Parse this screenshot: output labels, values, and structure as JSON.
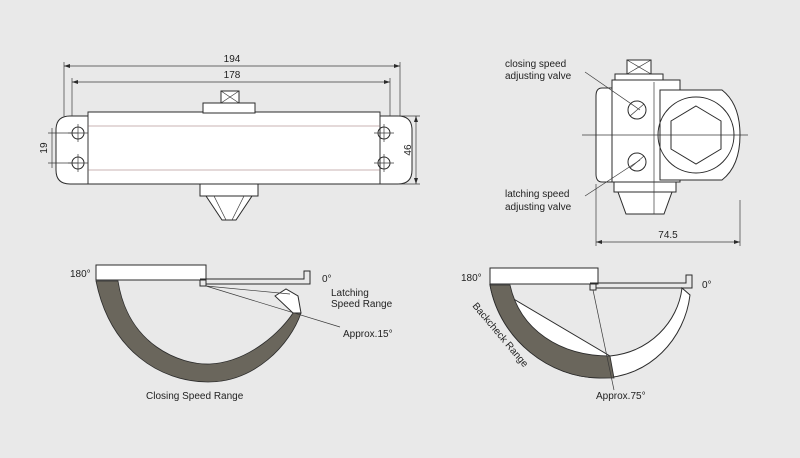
{
  "colors": {
    "background": "#e9e9e9",
    "line": "#2b2b2b",
    "range_fill": "#6a665c",
    "body_fill": "#ffffff"
  },
  "front_view": {
    "dim_overall": "194",
    "dim_arm_spacing": "178",
    "dim_hole_spacing": "19",
    "dim_height": "46"
  },
  "side_view": {
    "label_closing_valve_line1": "closing speed",
    "label_closing_valve_line2": "adjusting valve",
    "label_latching_valve_line1": "latching speed",
    "label_latching_valve_line2": "adjusting valve",
    "dim_width": "74.5"
  },
  "closing_diagram": {
    "angle_open": "180°",
    "angle_closed": "0°",
    "label_latching_line1": "Latching",
    "label_latching_line2": "Speed Range",
    "label_latch_angle": "Approx.15°",
    "label_range": "Closing Speed Range"
  },
  "backcheck_diagram": {
    "angle_open": "180°",
    "angle_closed": "0°",
    "label_range": "Backcheck Range",
    "label_angle": "Approx.75°"
  }
}
